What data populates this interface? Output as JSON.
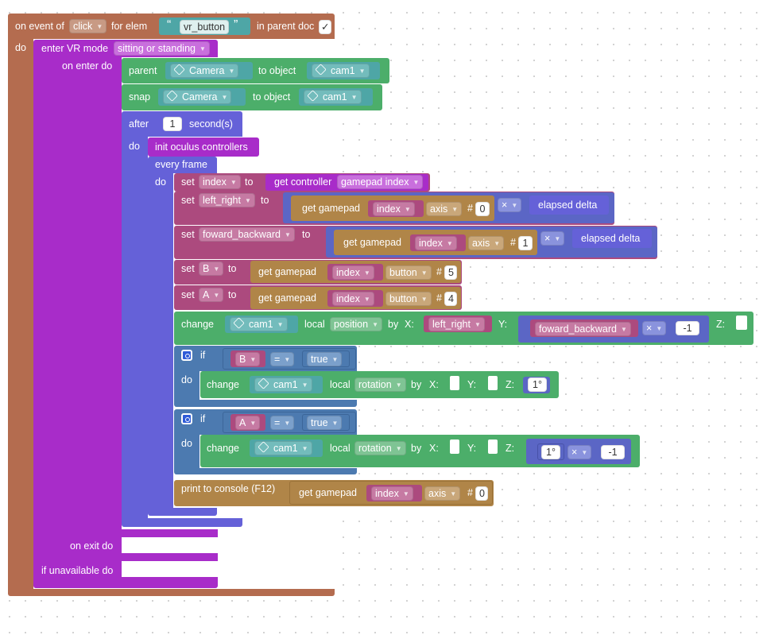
{
  "colors": {
    "event": "#b46c4f",
    "vr": "#a82cc9",
    "vr_dark": "#9624b3",
    "object": "#4cae6a",
    "object_text_field": "#4ea6a6",
    "timing": "#6561d8",
    "var": "#ac4a7e",
    "math": "#5b66c5",
    "gamepad": "#b08548",
    "logic": "#4c7ab0"
  },
  "event": {
    "on_event_of": "on event of",
    "event_name": "click",
    "for_elem": "for elem",
    "quote_open": "“",
    "quote_close": "”",
    "elem_name": "vr_button",
    "in_parent_doc": "in parent doc",
    "checkbox": "✓",
    "do": "do"
  },
  "vr": {
    "enter_vr_mode": "enter VR mode",
    "mode": "sitting or standing",
    "on_enter_do": "on enter do",
    "on_exit_do": "on exit do",
    "if_unavailable_do": "if unavailable do"
  },
  "parent_block": {
    "label": "parent",
    "object1": "Camera",
    "to_object": "to object",
    "object2": "cam1"
  },
  "snap_block": {
    "label": "snap",
    "object1": "Camera",
    "to_object": "to object",
    "object2": "cam1"
  },
  "after_block": {
    "after": "after",
    "seconds_value": "1",
    "seconds_label": "second(s)",
    "do": "do"
  },
  "oculus": {
    "init": "init oculus controllers",
    "every_frame": "every frame",
    "do": "do"
  },
  "set_index": {
    "set": "set",
    "var": "index",
    "to": "to",
    "get_controller": "get controller",
    "gamepad_index": "gamepad index"
  },
  "set_lr": {
    "set": "set",
    "var": "left_right",
    "to": "to",
    "get_gamepad": "get gamepad",
    "index": "index",
    "axis": "axis",
    "hash": "#",
    "num": "0",
    "op": "×",
    "elapsed": "elapsed delta"
  },
  "set_fb": {
    "set": "set",
    "var": "foward_backward",
    "to": "to",
    "get_gamepad": "get gamepad",
    "index": "index",
    "axis": "axis",
    "hash": "#",
    "num": "1",
    "op": "×",
    "elapsed": "elapsed delta"
  },
  "set_b": {
    "set": "set",
    "var": "B",
    "to": "to",
    "get_gamepad": "get gamepad",
    "index": "index",
    "button": "button",
    "hash": "#",
    "num": "5"
  },
  "set_a": {
    "set": "set",
    "var": "A",
    "to": "to",
    "get_gamepad": "get gamepad",
    "index": "index",
    "button": "button",
    "hash": "#",
    "num": "4"
  },
  "change_pos": {
    "change": "change",
    "object": "cam1",
    "local": "local",
    "prop": "position",
    "by": "by",
    "x": "X:",
    "x_var": "left_right",
    "y": "Y:",
    "y_var": "foward_backward",
    "op": "×",
    "neg": "-1",
    "z": "Z:"
  },
  "if_b": {
    "if": "if",
    "var": "B",
    "eq": "=",
    "val": "true",
    "do": "do",
    "change": "change",
    "object": "cam1",
    "local": "local",
    "prop": "rotation",
    "by": "by",
    "x": "X:",
    "y": "Y:",
    "z": "Z:",
    "deg": "1°"
  },
  "if_a": {
    "if": "if",
    "var": "A",
    "eq": "=",
    "val": "true",
    "do": "do",
    "change": "change",
    "object": "cam1",
    "local": "local",
    "prop": "rotation",
    "by": "by",
    "x": "X:",
    "y": "Y:",
    "z": "Z:",
    "deg": "1°",
    "op": "×",
    "neg": "-1"
  },
  "print_block": {
    "label": "print to console (F12)",
    "get_gamepad": "get gamepad",
    "index": "index",
    "axis": "axis",
    "hash": "#",
    "num": "0"
  }
}
